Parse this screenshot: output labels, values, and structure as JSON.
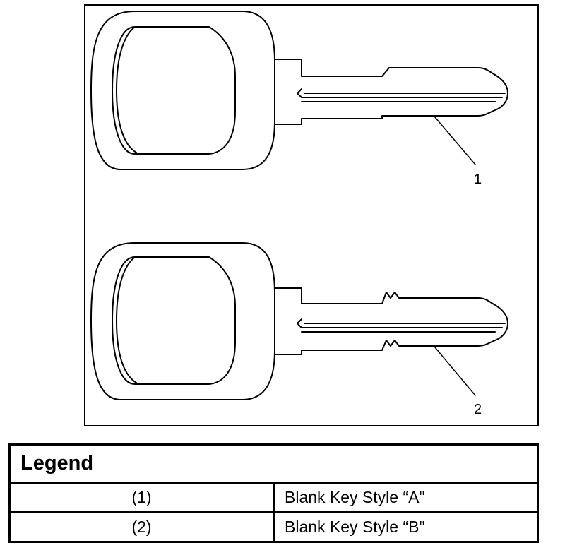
{
  "figure": {
    "callouts": [
      {
        "id": "1",
        "label": "1"
      },
      {
        "id": "2",
        "label": "2"
      }
    ]
  },
  "legend": {
    "title": "Legend",
    "rows": [
      {
        "id": "(1)",
        "description": "Blank Key Style “A\""
      },
      {
        "id": "(2)",
        "description": "Blank Key Style “B\""
      }
    ]
  }
}
